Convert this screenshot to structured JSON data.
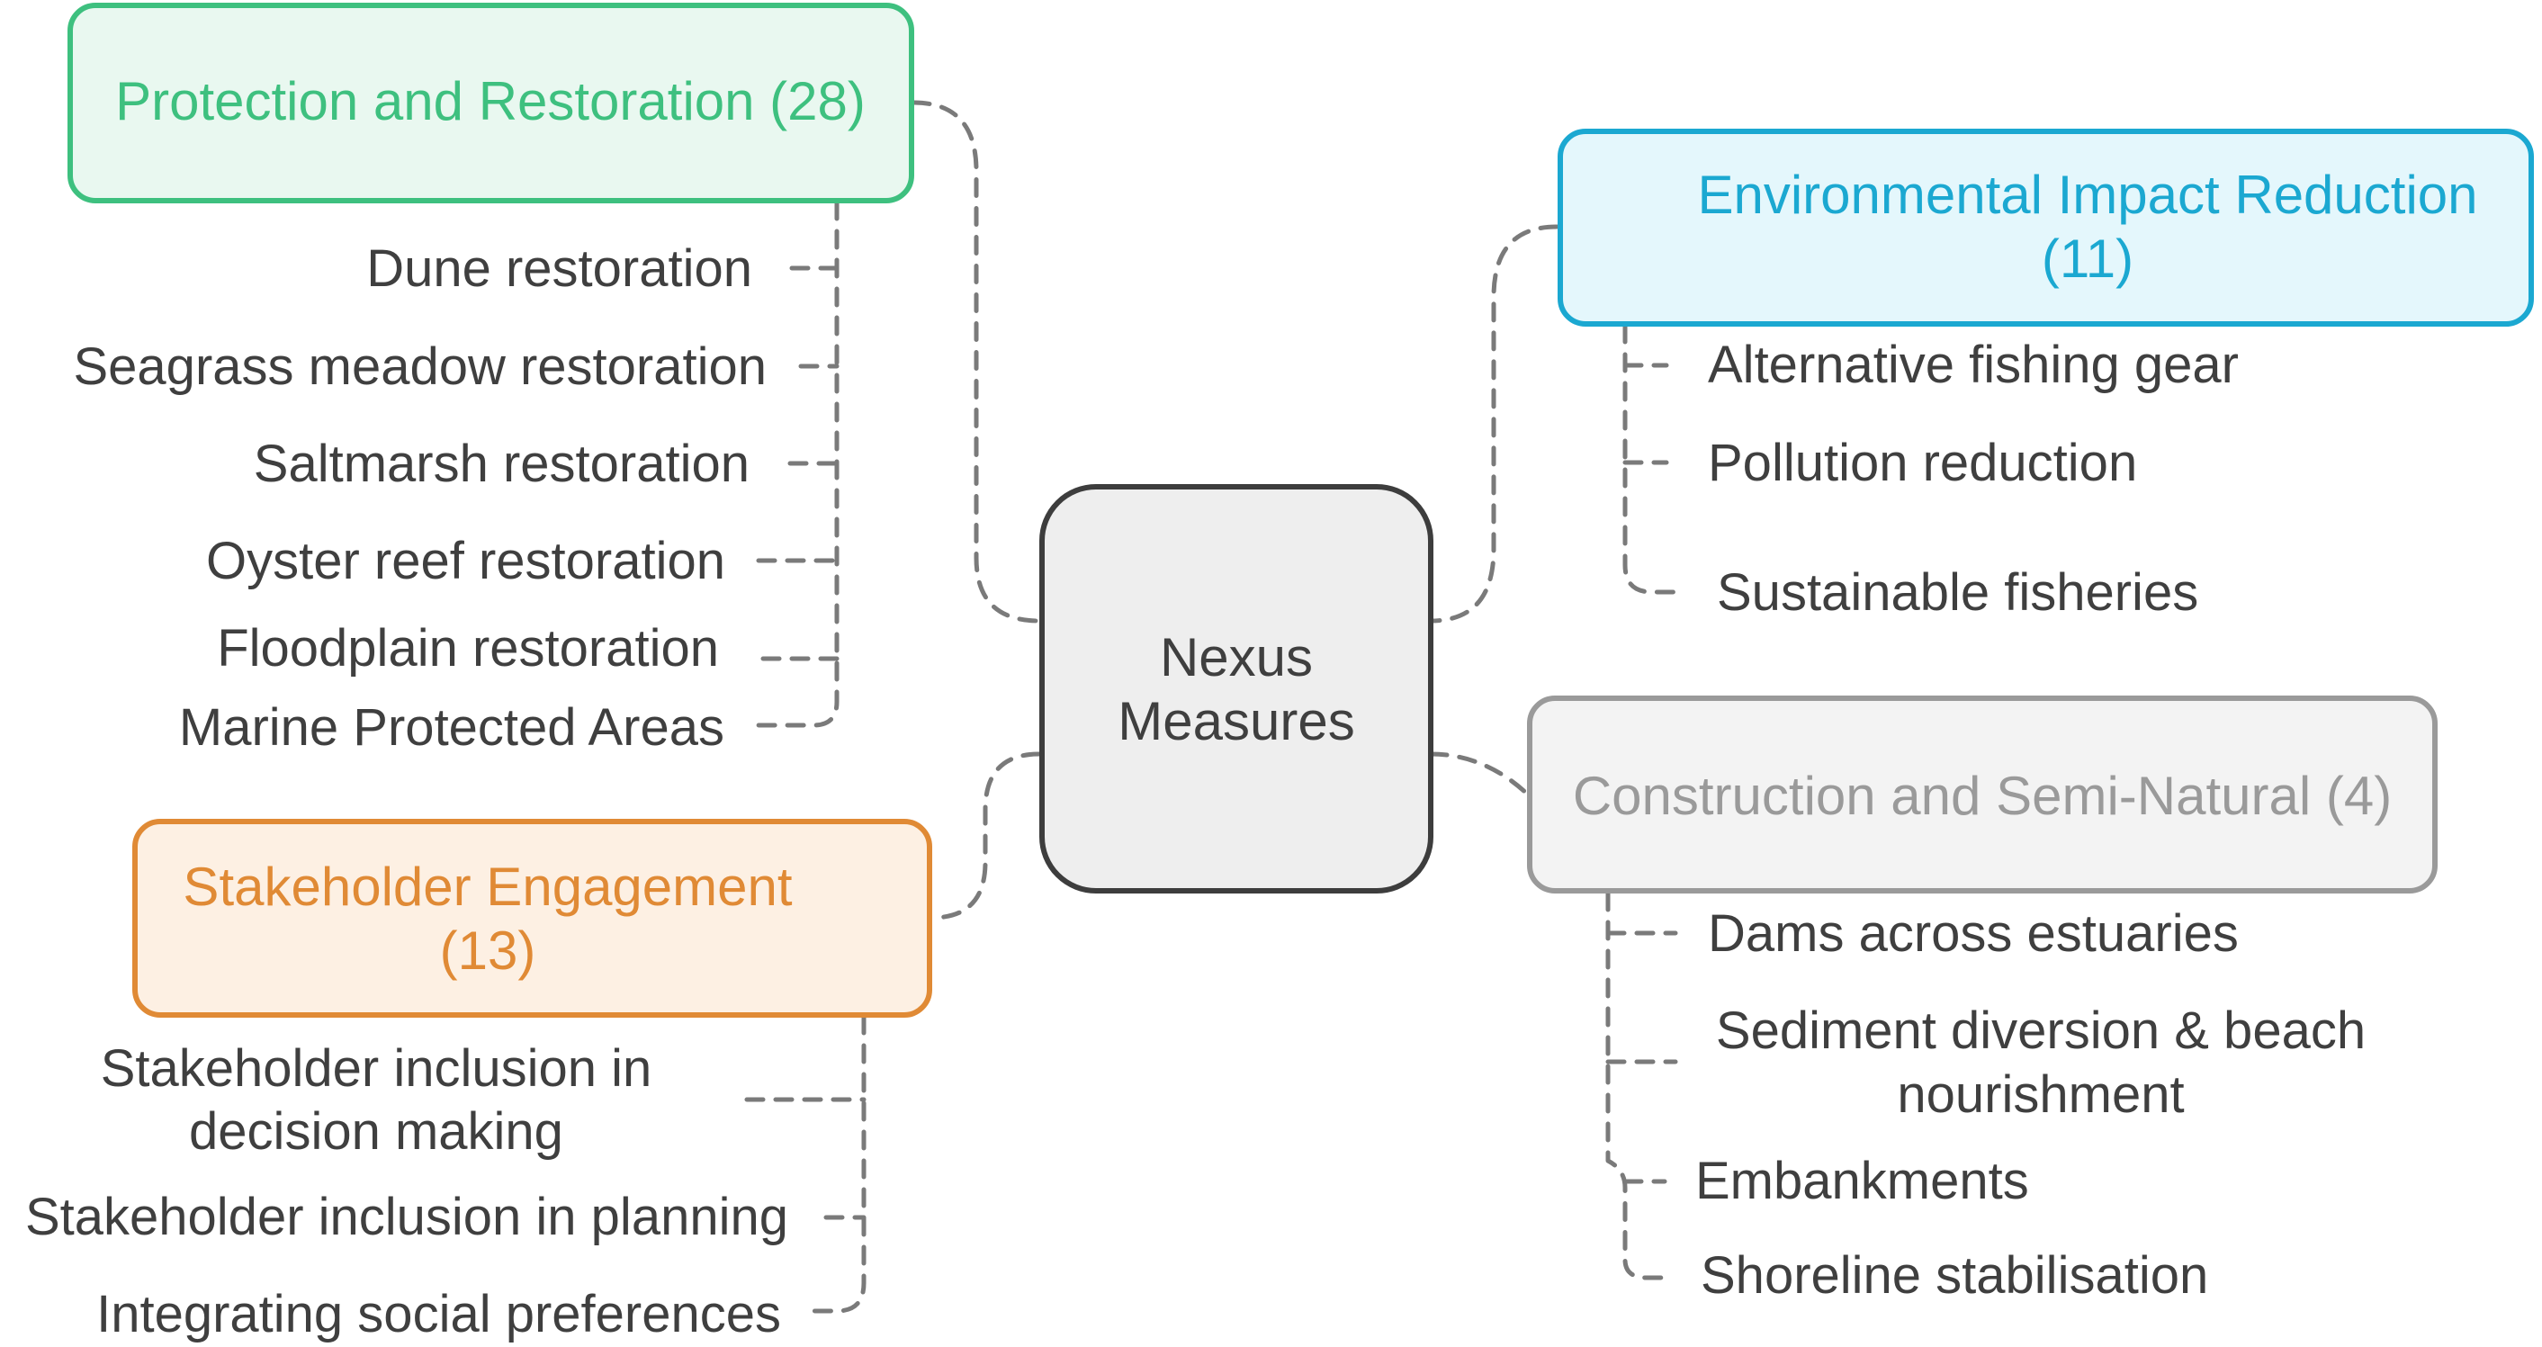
{
  "center": {
    "line1": "Nexus",
    "line2": "Measures"
  },
  "categories": {
    "protection": {
      "title": "Protection and Restoration (28)",
      "color": "#3ec07f",
      "fill": "#e9f8f0",
      "items": [
        "Dune restoration",
        "Seagrass meadow restoration",
        "Saltmarsh restoration",
        "Oyster reef restoration",
        "Floodplain restoration",
        "Marine Protected Areas"
      ]
    },
    "environmental": {
      "title_line1": "Environmental Impact Reduction",
      "title_line2": "(11)",
      "color": "#1ba8d1",
      "fill": "#e4f7fc",
      "items": [
        "Alternative fishing gear",
        "Pollution reduction",
        "Sustainable fisheries"
      ]
    },
    "construction": {
      "title": "Construction and Semi-Natural (4)",
      "color": "#9a9a9a",
      "fill": "#f3f3f3",
      "items_single": [
        "Dams across estuaries"
      ],
      "sediment_line1": "Sediment diversion & beach",
      "sediment_line2": "nourishment",
      "items_after": [
        "Embankments",
        "Shoreline stabilisation"
      ]
    },
    "stakeholder": {
      "title_line1": "Stakeholder Engagement",
      "title_line2": "(13)",
      "color": "#e08a35",
      "fill": "#fdf0e3",
      "decision_line1": "Stakeholder inclusion in",
      "decision_line2": "decision making",
      "items": [
        "Stakeholder inclusion in planning",
        "Integrating social preferences"
      ]
    }
  }
}
